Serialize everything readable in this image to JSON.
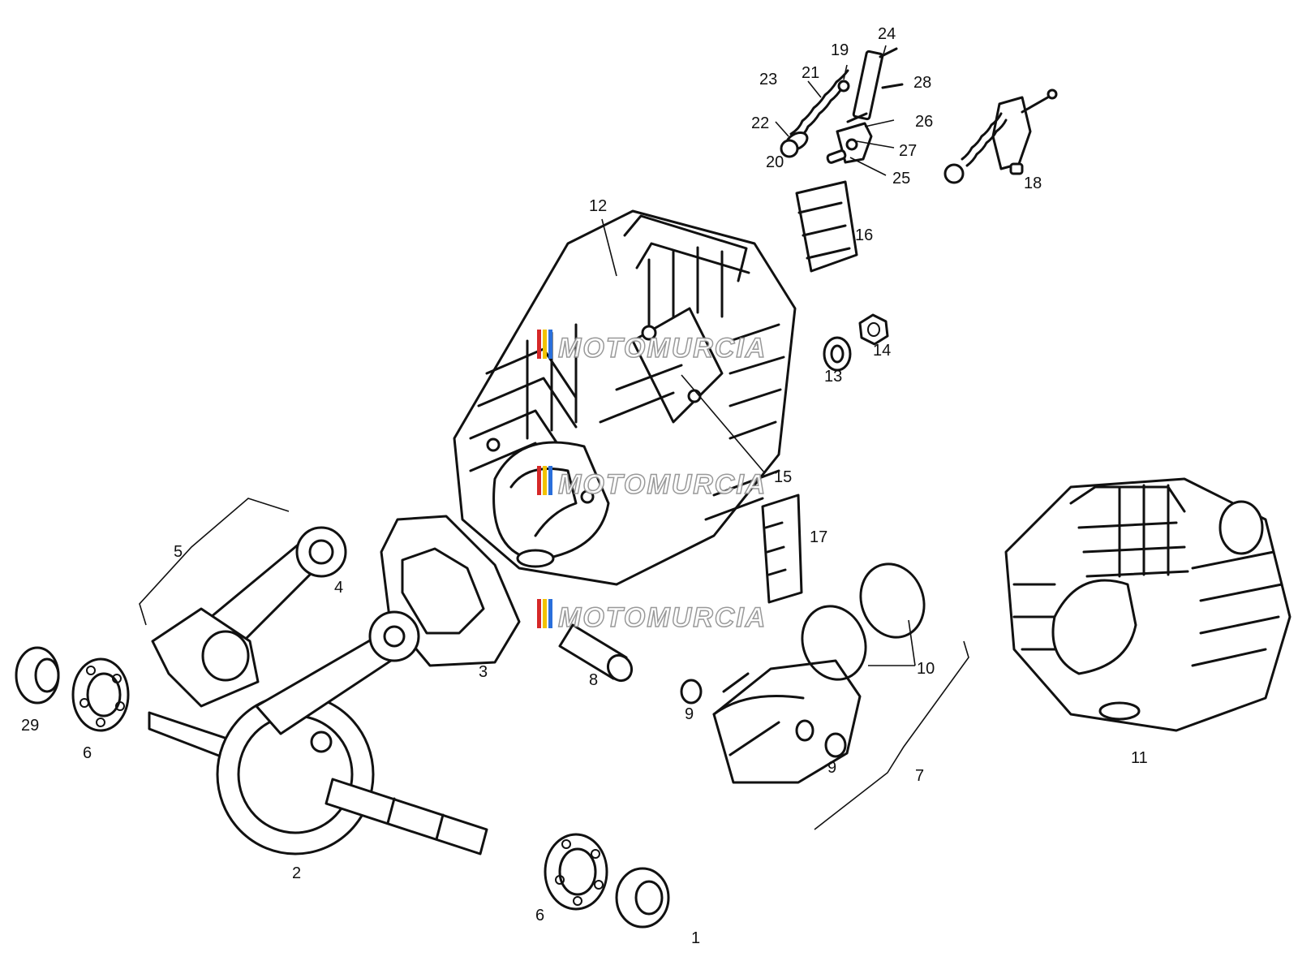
{
  "watermark": "MOTOMURCIA",
  "watermark_colors": [
    "#d62828",
    "#f2c200",
    "#2a6fdb"
  ],
  "callouts": {
    "c1": "1",
    "c2": "2",
    "c3": "3",
    "c4": "4",
    "c5": "5",
    "c6a": "6",
    "c6b": "6",
    "c7": "7",
    "c8": "8",
    "c9a": "9",
    "c9b": "9",
    "c10": "10",
    "c11": "11",
    "c12": "12",
    "c13": "13",
    "c14": "14",
    "c15": "15",
    "c16": "16",
    "c17": "17",
    "c18": "18",
    "c19": "19",
    "c20": "20",
    "c21": "21",
    "c22": "22",
    "c23": "23",
    "c24": "24",
    "c25": "25",
    "c26": "26",
    "c27": "27",
    "c28": "28",
    "c29": "29"
  }
}
